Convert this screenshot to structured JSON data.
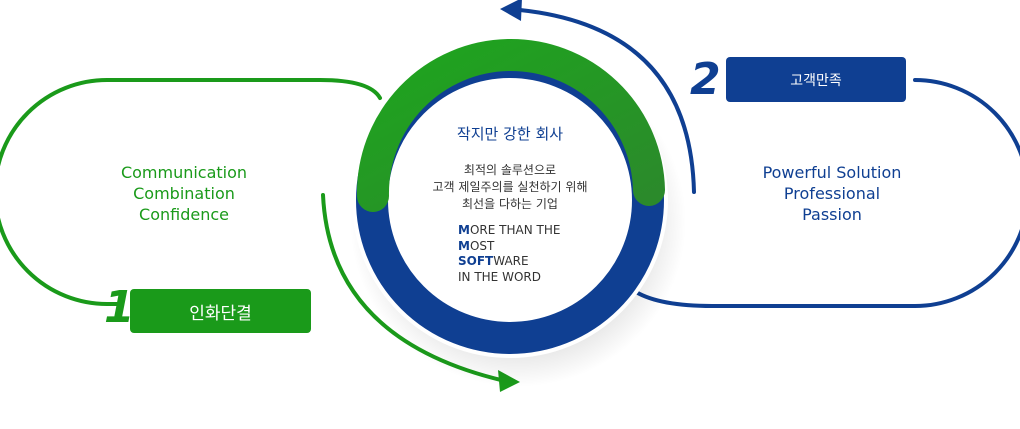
{
  "left_cycle": {
    "values": [
      "Communication",
      "Combination",
      "Confidence"
    ],
    "number": "1",
    "label": "인화단결",
    "color": "#1a9a1a"
  },
  "right_cycle": {
    "values": [
      "Powerful Solution",
      "Professional",
      "Passion"
    ],
    "number": "2",
    "label": "고객만족",
    "color": "#0f3f92"
  },
  "center": {
    "title": "작지만 강한 회사",
    "description": [
      "최적의 솔루션으로",
      "고객 제일주의를 실천하기 위해",
      "최선을 다하는 기업"
    ],
    "motto": [
      {
        "bold": "M",
        "rest": "ORE THAN THE"
      },
      {
        "bold": "M",
        "rest": "OST"
      },
      {
        "bold": "SOFT",
        "rest": "WARE"
      },
      {
        "bold": "",
        "rest": "IN THE WORD"
      }
    ]
  }
}
